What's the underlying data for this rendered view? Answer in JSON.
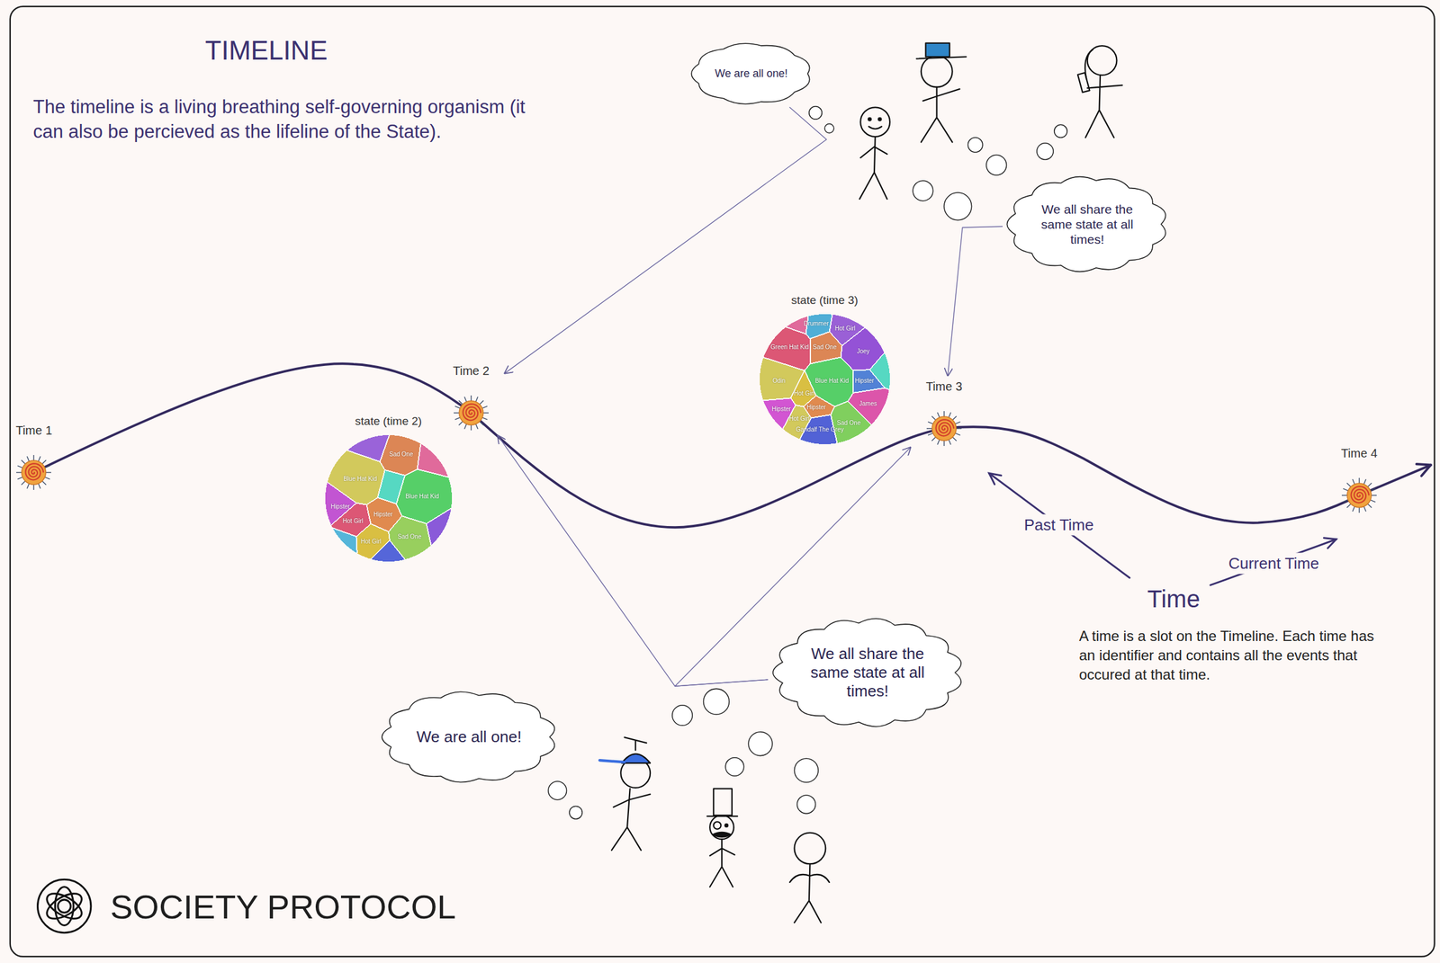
{
  "diagram": {
    "title": "TIMELINE",
    "nodes": [
      {
        "text": [
          "Time 1"
        ]
      },
      {
        "text": [
          "Time 2"
        ]
      },
      {
        "text": [
          "Time 3"
        ]
      },
      {
        "text": [
          "Time 4"
        ]
      },
      {
        "text": [
          "state (time 2)"
        ]
      },
      {
        "text": [
          "Blue Hat Kid"
        ],
        "in": 4
      },
      {
        "text": [
          "Sad One"
        ],
        "in": 4
      },
      {
        "text": [
          "Blue Hat Kid"
        ],
        "in": 4
      },
      {
        "text": [
          "Hipster"
        ],
        "in": 4
      },
      {
        "text": [
          "Hot Girl"
        ],
        "in": 4
      },
      {
        "text": [
          "Hipster"
        ],
        "in": 4
      },
      {
        "text": [
          "Hot Girl"
        ],
        "in": 4
      },
      {
        "text": [
          "Sad One"
        ],
        "in": 4
      },
      {
        "text": [
          "state (time 3)"
        ]
      },
      {
        "text": [
          "Drummer"
        ],
        "in": 13
      },
      {
        "text": [
          "Hot Girl"
        ],
        "in": 13
      },
      {
        "text": [
          "Green Hat Kid"
        ],
        "in": 13
      },
      {
        "text": [
          "Sad One"
        ],
        "in": 13
      },
      {
        "text": [
          "Joey"
        ],
        "in": 13
      },
      {
        "text": [
          "Odin"
        ],
        "in": 13
      },
      {
        "text": [
          "Blue Hat Kid"
        ],
        "in": 13
      },
      {
        "text": [
          "Hipster"
        ],
        "in": 13
      },
      {
        "text": [
          "Hot Girl"
        ],
        "in": 13
      },
      {
        "text": [
          "James"
        ],
        "in": 13
      },
      {
        "text": [
          "Hipster"
        ],
        "in": 13
      },
      {
        "text": [
          "Hot Girl"
        ],
        "in": 13
      },
      {
        "text": [
          "Hipster"
        ],
        "in": 13
      },
      {
        "text": [
          "Sad One"
        ],
        "in": 13
      },
      {
        "text": [
          "Gandalf The Grey"
        ],
        "in": 13
      },
      {
        "text": [
          "We are all one!"
        ]
      },
      {
        "text": [
          "We all share the same state at all times!"
        ]
      },
      {
        "text": [
          "We are all one!"
        ]
      },
      {
        "text": [
          "We all share the same state at all times!"
        ]
      }
    ],
    "edges": [
      {
        "from": 29,
        "to": 1,
        "arrow": "to"
      },
      {
        "from": 30,
        "to": 2,
        "arrow": "to"
      },
      {
        "from": 32,
        "to": 1,
        "arrow": "to"
      },
      {
        "from": 32,
        "to": 2,
        "arrow": "to"
      }
    ],
    "labels": [
      "The timeline is a living breathing self-governing organism (it can also be percieved as the lifeline of the State).",
      "Past Time",
      "Time",
      "Current Time",
      "A time is a slot on the Timeline. Each time has an identifier and contains all the events that occured at that time.",
      "SOCIETY PROTOCOL"
    ]
  }
}
